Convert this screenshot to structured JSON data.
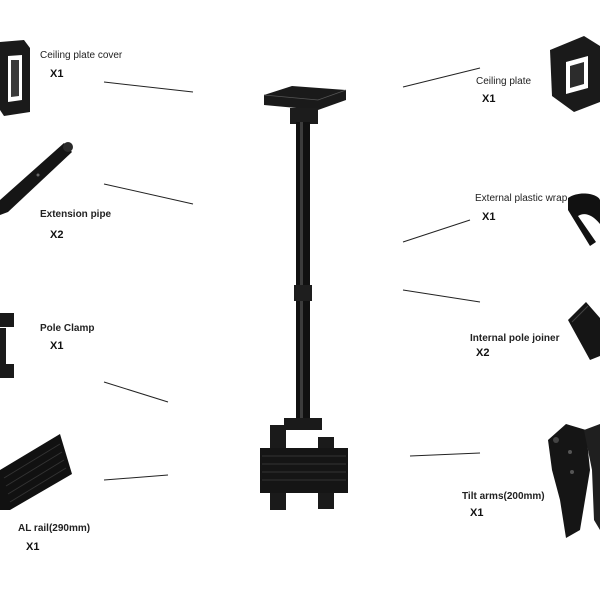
{
  "parts": {
    "ceiling_plate_cover": {
      "name": "Ceiling plate cover",
      "qty": "X1"
    },
    "extension_pipe": {
      "name": "Extension pipe",
      "qty": "X2"
    },
    "pole_clamp": {
      "name": "Pole Clamp",
      "qty": "X1"
    },
    "al_rail": {
      "name": "AL rail(290mm)",
      "qty": "X1"
    },
    "ceiling_plate": {
      "name": "Ceiling plate",
      "qty": "X1"
    },
    "external_plastic_wrap": {
      "name": "External plastic wrap",
      "qty": "X1"
    },
    "internal_pole_joiner": {
      "name": "Internal pole joiner",
      "qty": "X2"
    },
    "tilt_arms": {
      "name": "Tilt arms(200mm)",
      "qty": "X1"
    }
  }
}
